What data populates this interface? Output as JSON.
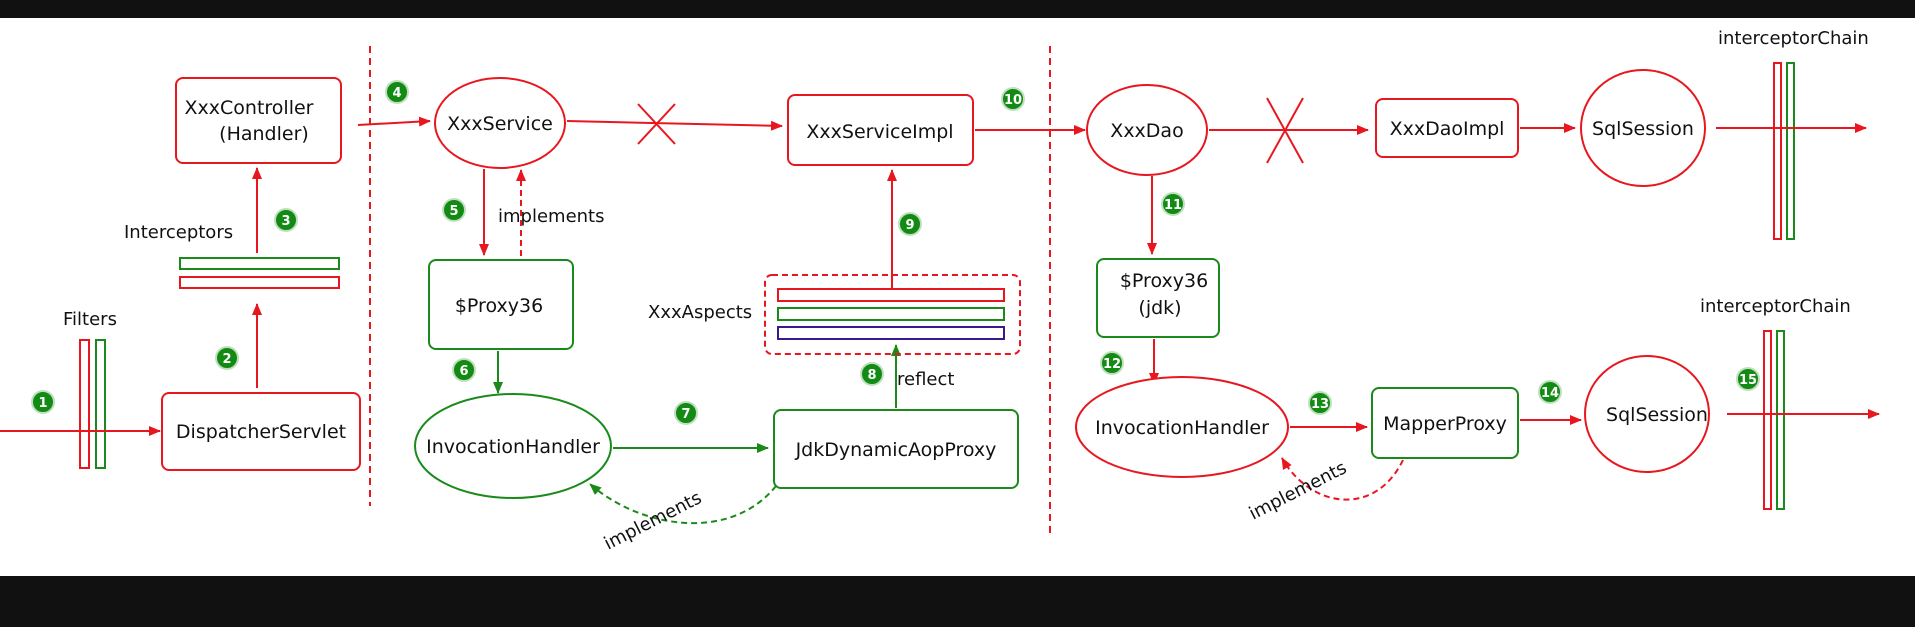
{
  "colors": {
    "red": "#e8171f",
    "green": "#1a8a1a",
    "purple": "#3a1a8a",
    "badge": "#138a13"
  },
  "nodes": {
    "controller_line1": "XxxController",
    "controller_line2": "(Handler)",
    "dispatcher": "DispatcherServlet",
    "service": "XxxService",
    "service_impl": "XxxServiceImpl",
    "proxy_left": "$Proxy36",
    "invocation_left": "InvocationHandler",
    "jdk_aop": "JdkDynamicAopProxy",
    "dao": "XxxDao",
    "dao_impl": "XxxDaoImpl",
    "sqlsession_top": "SqlSession",
    "proxy_right_line1": "$Proxy36",
    "proxy_right_line2": "(jdk)",
    "invocation_right": "InvocationHandler",
    "mapper_proxy": "MapperProxy",
    "sqlsession_bottom": "SqlSession"
  },
  "labels": {
    "filters": "Filters",
    "interceptors": "Interceptors",
    "aspects": "XxxAspects",
    "implements_service": "implements",
    "implements_jdk": "implements",
    "implements_mapper": "implements",
    "reflect": "reflect",
    "interceptor_chain_top": "interceptorChain",
    "interceptor_chain_bottom": "interceptorChain"
  },
  "steps": [
    "1",
    "2",
    "3",
    "4",
    "5",
    "6",
    "7",
    "8",
    "9",
    "10",
    "11",
    "12",
    "13",
    "14",
    "15"
  ]
}
